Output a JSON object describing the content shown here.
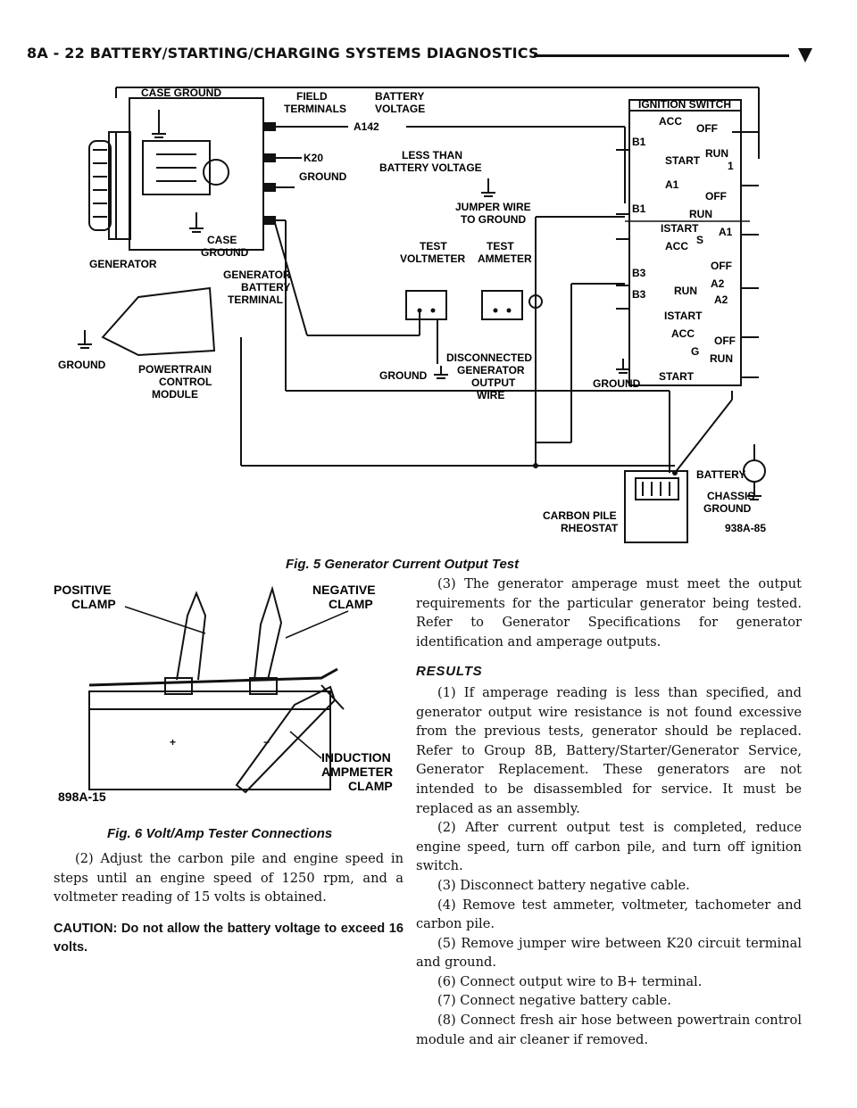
{
  "header": {
    "title": "8A - 22   BATTERY/STARTING/CHARGING SYSTEMS DIAGNOSTICS"
  },
  "figure5": {
    "caption": "Fig. 5 Generator Current Output Test",
    "code": "938A-85",
    "labels": {
      "case_ground_top": "CASE GROUND",
      "field_terminals_1": "FIELD",
      "field_terminals_2": "TERMINALS",
      "battery_voltage_1": "BATTERY",
      "battery_voltage_2": "VOLTAGE",
      "a142": "A142",
      "k20": "K20",
      "ground_gen": "GROUND",
      "less_than_1": "LESS THAN",
      "less_than_2": "BATTERY VOLTAGE",
      "jumper_1": "JUMPER WIRE",
      "jumper_2": "TO GROUND",
      "generator": "GENERATOR",
      "case_ground_bot_1": "CASE",
      "case_ground_bot_2": "GROUND",
      "gen_batt_1": "GENERATOR",
      "gen_batt_2": "BATTERY",
      "gen_batt_3": "TERMINAL",
      "test_voltmeter_1": "TEST",
      "test_voltmeter_2": "VOLTMETER",
      "test_ammeter_1": "TEST",
      "test_ammeter_2": "AMMETER",
      "ground_left": "GROUND",
      "pcm_1": "POWERTRAIN",
      "pcm_2": "CONTROL",
      "pcm_3": "MODULE",
      "ground_mid": "GROUND",
      "disc_1": "DISCONNECTED",
      "disc_2": "GENERATOR",
      "disc_3": "OUTPUT",
      "disc_4": "WIRE",
      "ground_right": "GROUND",
      "ignition_switch": "IGNITION SWITCH",
      "acc1": "ACC",
      "off1": "OFF",
      "b1a": "B1",
      "start1": "START",
      "run1": "RUN",
      "one": "1",
      "a1a": "A1",
      "off2": "OFF",
      "b1b": "B1",
      "run2": "RUN",
      "start2": "ISTART",
      "a1b": "A1",
      "s": "S",
      "acc2": "ACC",
      "b3a": "B3",
      "off3": "OFF",
      "a2a": "A2",
      "b3b": "B3",
      "run3": "RUN",
      "a2b": "A2",
      "start3": "ISTART",
      "acc3": "ACC",
      "off4": "OFF",
      "g": "G",
      "run4": "RUN",
      "start4": "START",
      "battery": "BATTERY",
      "chassis_1": "CHASSIS",
      "chassis_2": "GROUND",
      "carbon_1": "CARBON PILE",
      "carbon_2": "RHEOSTAT"
    }
  },
  "figure6": {
    "caption": "Fig. 6 Volt/Amp Tester Connections",
    "code": "898A-15",
    "labels": {
      "positive_1": "POSITIVE",
      "positive_2": "CLAMP",
      "negative_1": "NEGATIVE",
      "negative_2": "CLAMP",
      "induction_1": "INDUCTION",
      "induction_2": "AMPMETER",
      "induction_3": "CLAMP"
    }
  },
  "left_column": {
    "p1": "(2) Adjust the carbon pile and engine speed in steps until an engine speed of 1250 rpm, and a voltmeter reading of 15 volts is obtained.",
    "caution": "CAUTION: Do not allow the battery voltage to exceed 16 volts."
  },
  "right_column": {
    "p1": "(3) The generator amperage must meet the output requirements for the particular generator being tested. Refer to Generator Specifications for generator identification and amperage outputs.",
    "results_heading": "RESULTS",
    "r1": "(1) If amperage reading is less than specified, and generator output wire resistance is not found excessive from the previous tests, generator should be replaced. Refer to Group 8B, Battery/Starter/Generator Service, Generator Replacement. These generators are not intended to be disassembled for service. It must be replaced as an assembly.",
    "r2": "(2) After current output test is completed, reduce engine speed, turn off carbon pile, and turn off ignition switch.",
    "r3": "(3) Disconnect battery negative cable.",
    "r4": "(4) Remove test ammeter, voltmeter, tachometer and carbon pile.",
    "r5": "(5) Remove jumper wire between K20 circuit terminal and ground.",
    "r6": "(6) Connect output wire to B+ terminal.",
    "r7": "(7) Connect negative battery cable.",
    "r8": "(8) Connect fresh air hose between powertrain control module and air cleaner if removed."
  }
}
